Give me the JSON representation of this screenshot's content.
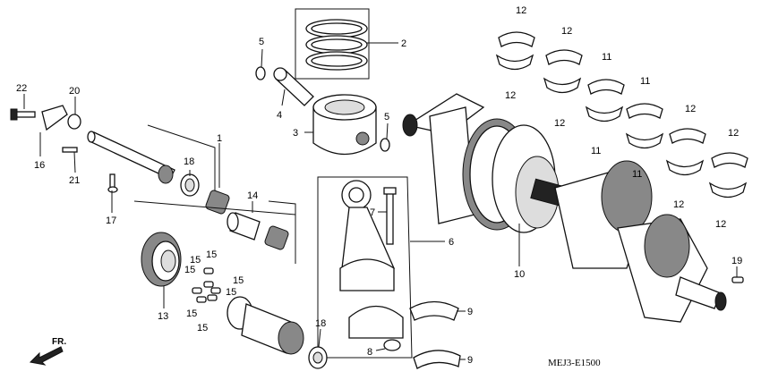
{
  "diagram": {
    "code": "MEJ3-E1500",
    "direction_label": "FR.",
    "callouts": [
      "1",
      "2",
      "3",
      "4",
      "5",
      "5",
      "6",
      "7",
      "8",
      "9",
      "9",
      "10",
      "11",
      "11",
      "11",
      "11",
      "12",
      "12",
      "12",
      "12",
      "12",
      "12",
      "12",
      "12",
      "13",
      "14",
      "15",
      "15",
      "15",
      "15",
      "15",
      "15",
      "15",
      "16",
      "17",
      "18",
      "18",
      "19",
      "20",
      "21",
      "22"
    ]
  }
}
